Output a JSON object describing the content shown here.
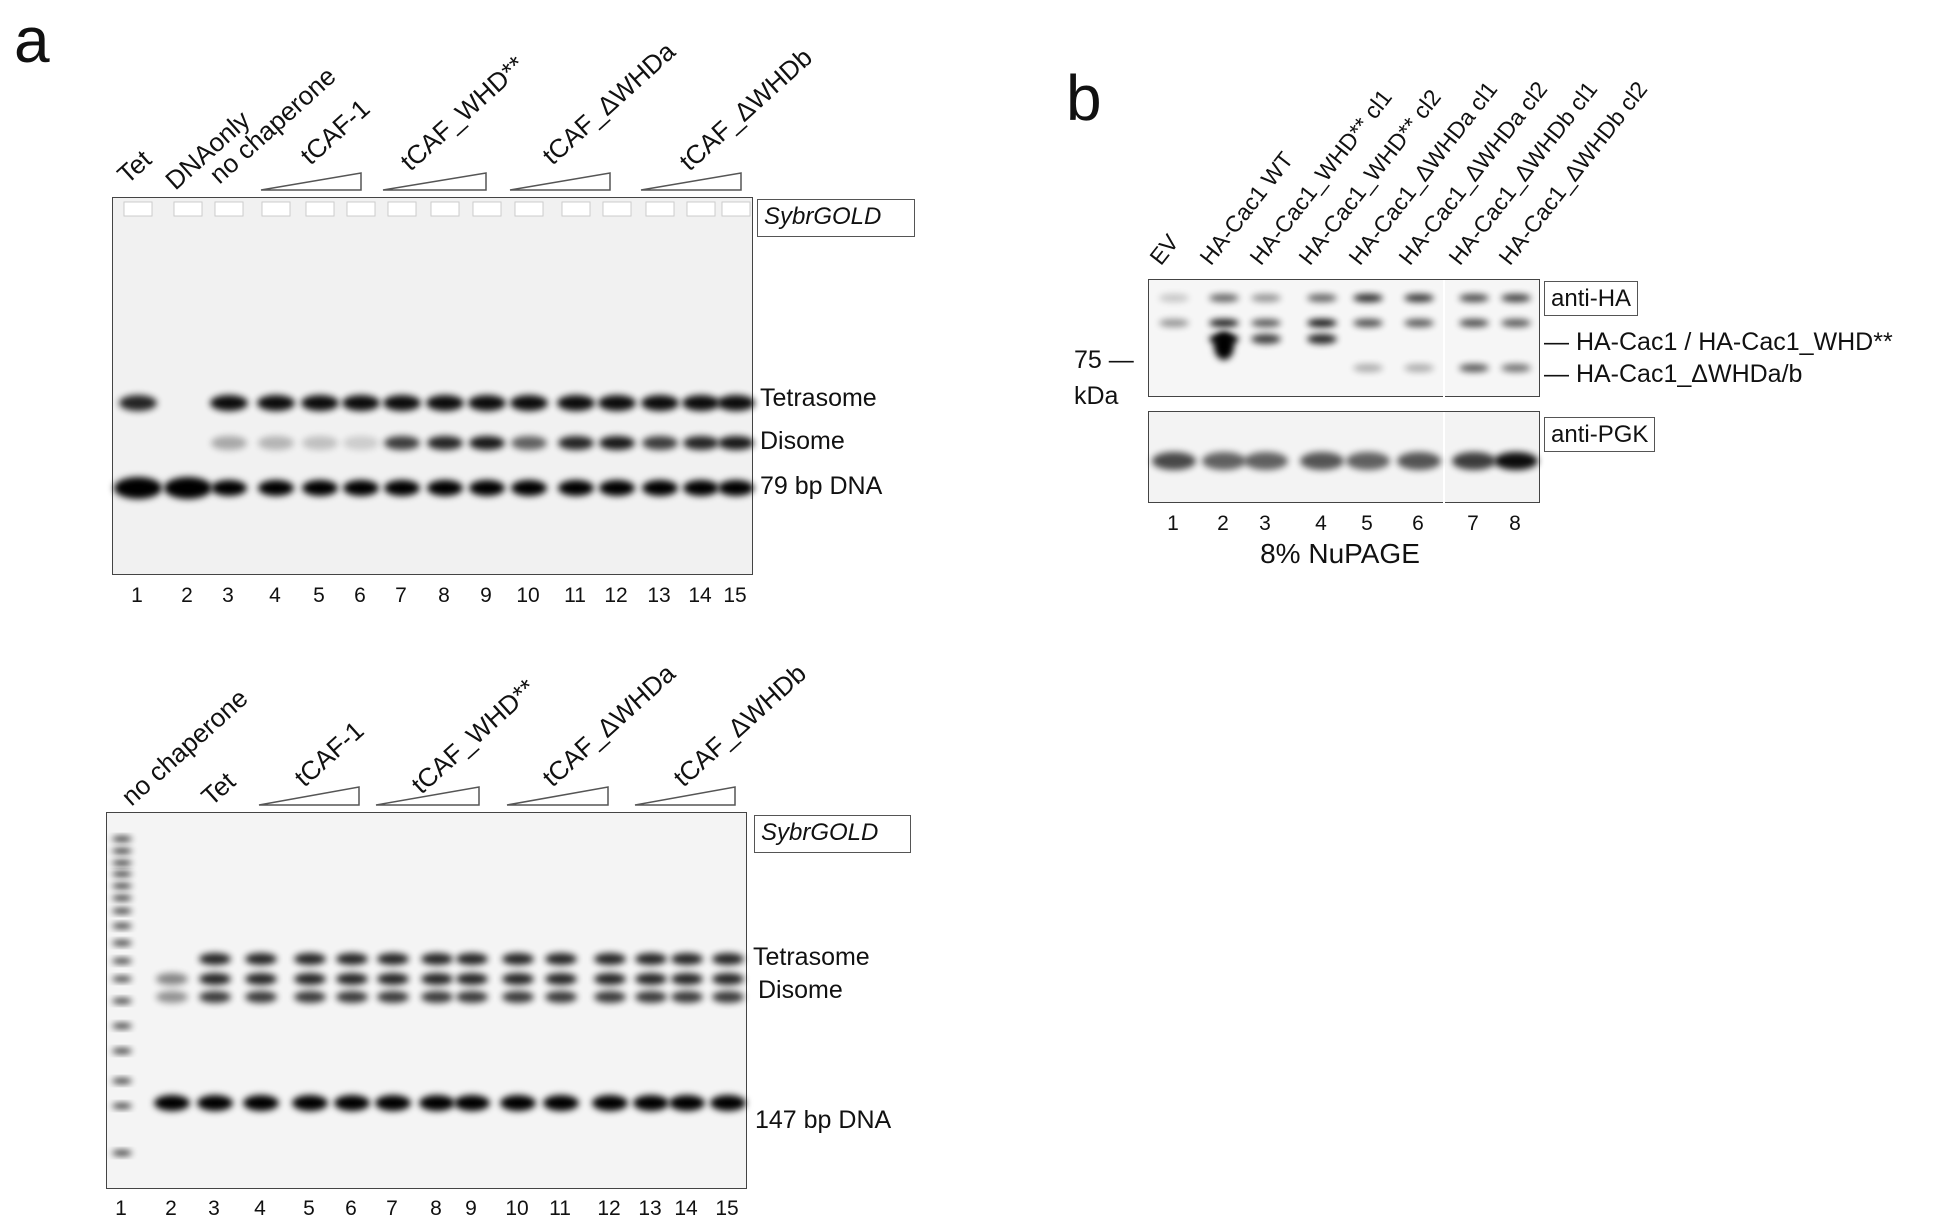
{
  "panel_a": {
    "letter": "a",
    "top_gel": {
      "lane_labels": [
        "Tet",
        "DNAonly",
        "no chaperone",
        "tCAF-1",
        "tCAF_WHD**",
        "tCAF_ΔWHDa",
        "tCAF_ΔWHDb"
      ],
      "stain": "SybrGOLD",
      "band_labels": [
        "Tetrasome",
        "Disome",
        "79 bp DNA"
      ],
      "lane_numbers": [
        "1",
        "2",
        "3",
        "4",
        "5",
        "6",
        "7",
        "8",
        "9",
        "10",
        "11",
        "12",
        "13",
        "14",
        "15"
      ]
    },
    "bottom_gel": {
      "lane_labels": [
        "no chaperone",
        "Tet",
        "tCAF-1",
        "tCAF_WHD**",
        "tCAF_ΔWHDa",
        "tCAF_ΔWHDb"
      ],
      "stain": "SybrGOLD",
      "band_labels": [
        "Tetrasome",
        "Disome",
        "147 bp DNA"
      ],
      "lane_numbers": [
        "1",
        "2",
        "3",
        "4",
        "5",
        "6",
        "7",
        "8",
        "9",
        "10",
        "11",
        "12",
        "13",
        "14",
        "15"
      ]
    }
  },
  "panel_b": {
    "letter": "b",
    "lane_labels": [
      "EV",
      "HA-Cac1 WT",
      "HA-Cac1_WHD** cl1",
      "HA-Cac1_WHD** cl2",
      "HA-Cac1_ΔWHDa cl1",
      "HA-Cac1_ΔWHDa cl2",
      "HA-Cac1_ΔWHDb cl1",
      "HA-Cac1_ΔWHDb cl2"
    ],
    "blot_labels": [
      "anti-HA",
      "anti-PGK"
    ],
    "band_labels": [
      "HA-Cac1 / HA-Cac1_WHD**",
      "HA-Cac1_ΔWHDa/b"
    ],
    "marker": "75",
    "marker_unit": "kDa",
    "lane_numbers": [
      "1",
      "2",
      "3",
      "4",
      "5",
      "6",
      "7",
      "8"
    ],
    "gel_type": "8% NuPAGE"
  }
}
